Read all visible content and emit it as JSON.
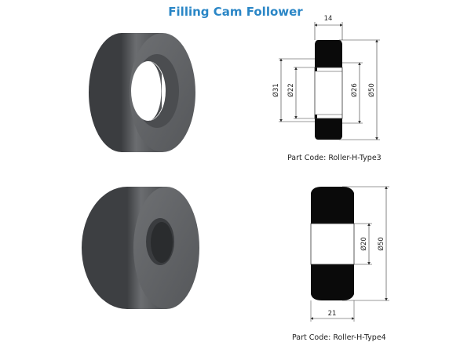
{
  "title": "Filling Cam Follower",
  "colors": {
    "title": "#2a86c6",
    "solid": "#0a0a0a",
    "render_body": "#5c5e61",
    "dim_line": "#333333"
  },
  "part1": {
    "code": "Part Code: Roller-H-Type3",
    "dims": {
      "width": "14",
      "outer_dia": "Ø50",
      "flange_dia": "Ø31",
      "bore_dia": "Ø22",
      "shoulder_dia": "Ø26"
    }
  },
  "part2": {
    "code": "Part Code: Roller-H-Type4",
    "dims": {
      "width": "21",
      "outer_dia": "Ø50",
      "bore_dia": "Ø20"
    }
  }
}
